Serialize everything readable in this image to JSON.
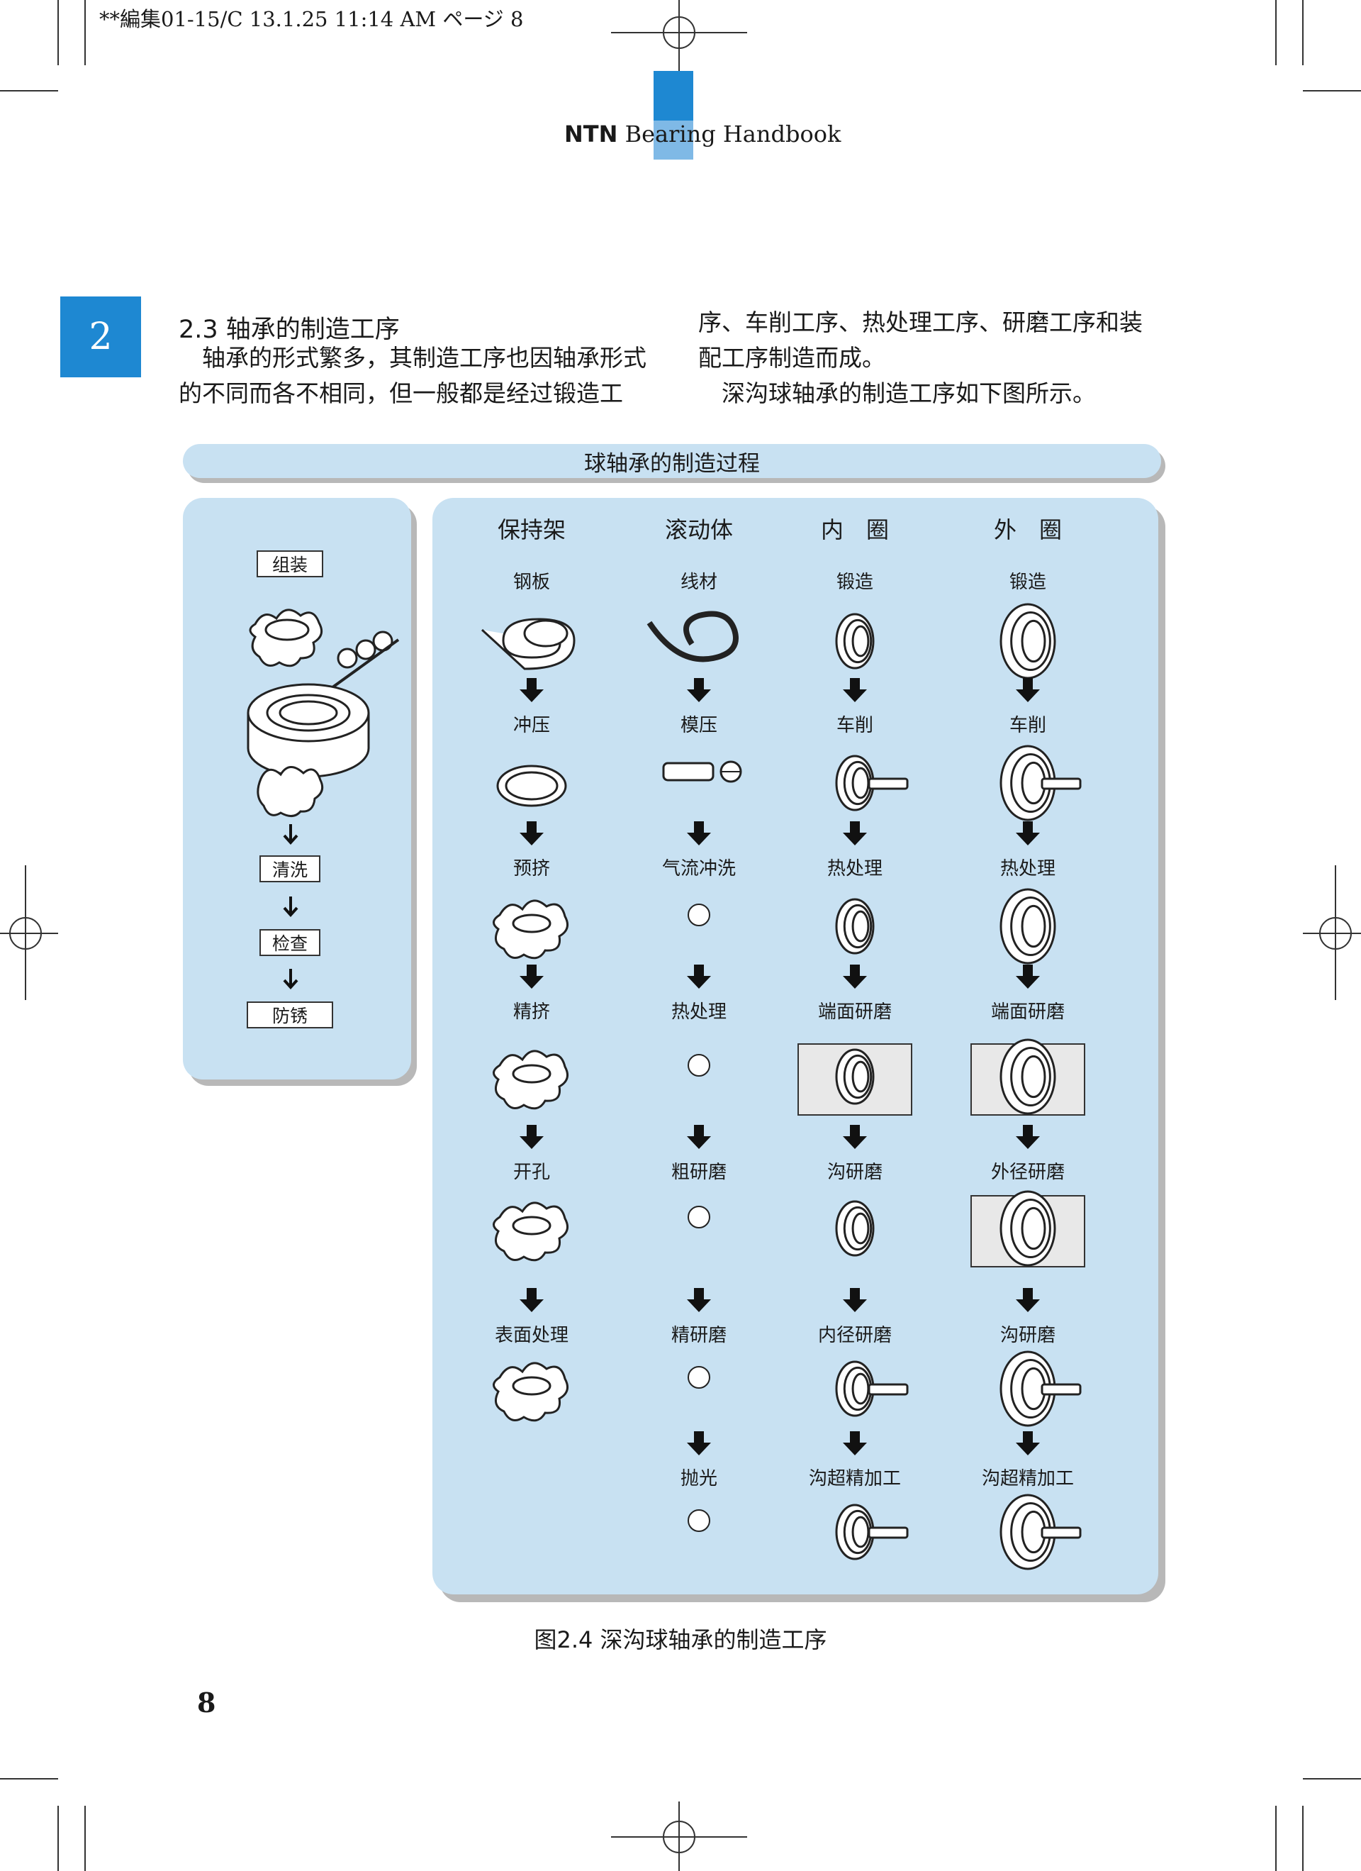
{
  "print_slug": "**編集01-15/C   13.1.25  11:14 AM   ページ 8",
  "header": {
    "brand": "NTN",
    "title_rest": " Bearing Handbook"
  },
  "chapter_number": "2",
  "section": {
    "heading": "2.3 轴承的制造工序",
    "lines_left": [
      "　轴承的形式繁多，其制造工序也因轴承形式",
      "的不同而各不相同，但一般都是经过锻造工"
    ],
    "lines_right": [
      "序、车削工序、热处理工序、研磨工序和装",
      "配工序制造而成。",
      "　深沟球轴承的制造工序如下图所示。"
    ]
  },
  "diagram": {
    "banner_title": "球轴承的制造过程",
    "left_column": {
      "steps": [
        "组装",
        "清洗",
        "检查",
        "防锈"
      ]
    },
    "columns": [
      {
        "header": "保持架",
        "steps": [
          "钢板",
          "冲压",
          "预挤",
          "精挤",
          "开孔",
          "表面处理"
        ]
      },
      {
        "header": "滚动体",
        "steps": [
          "线材",
          "模压",
          "气流冲洗",
          "热处理",
          "粗研磨",
          "精研磨",
          "抛光"
        ]
      },
      {
        "header": "内　圈",
        "steps": [
          "锻造",
          "车削",
          "热处理",
          "端面研磨",
          "沟研磨",
          "内径研磨",
          "沟超精加工"
        ]
      },
      {
        "header": "外　圈",
        "steps": [
          "锻造",
          "车削",
          "热处理",
          "端面研磨",
          "外径研磨",
          "沟研磨",
          "沟超精加工"
        ]
      }
    ]
  },
  "caption": "图2.4  深沟球轴承的制造工序",
  "page_number": "8"
}
